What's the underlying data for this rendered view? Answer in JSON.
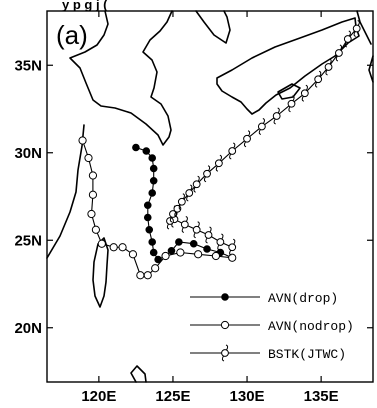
{
  "cropped_title": "y p g j (",
  "panel_label": "(a)",
  "lat_ticks": [
    {
      "lat": 35,
      "label": "35N"
    },
    {
      "lat": 30,
      "label": "30N"
    },
    {
      "lat": 25,
      "label": "25N"
    },
    {
      "lat": 20,
      "label": "20N"
    }
  ],
  "lon_ticks": [
    {
      "lon": 120,
      "label": "120E"
    },
    {
      "lon": 125,
      "label": "125E"
    },
    {
      "lon": 130,
      "label": "130E"
    },
    {
      "lon": 135,
      "label": "135E"
    }
  ],
  "extent": {
    "lon": [
      116.5,
      138.5
    ],
    "lat": [
      16.9,
      38.1
    ]
  },
  "legend": [
    {
      "key": "drop",
      "label": "AVN(drop)"
    },
    {
      "key": "nodrop",
      "label": "AVN(nodrop)"
    },
    {
      "key": "bstk",
      "label": "BSTK(JTWC)"
    }
  ],
  "tracks": {
    "drop": {
      "marker": "filled-circle",
      "points": [
        [
          122.5,
          30.3
        ],
        [
          123.2,
          30.1
        ],
        [
          123.6,
          29.7
        ],
        [
          123.7,
          29.1
        ],
        [
          123.7,
          28.4
        ],
        [
          123.6,
          27.7
        ],
        [
          123.3,
          27.0
        ],
        [
          123.3,
          26.3
        ],
        [
          123.4,
          25.6
        ],
        [
          123.6,
          24.9
        ],
        [
          123.7,
          24.3
        ],
        [
          124.0,
          23.9
        ],
        [
          124.5,
          24.1
        ],
        [
          124.9,
          24.4
        ],
        [
          125.4,
          24.9
        ],
        [
          126.4,
          24.8
        ],
        [
          127.3,
          24.5
        ],
        [
          128.2,
          24.3
        ],
        [
          129.0,
          24.0
        ]
      ]
    },
    "nodrop": {
      "marker": "open-circle",
      "points": [
        [
          118.9,
          30.7
        ],
        [
          119.3,
          29.7
        ],
        [
          119.6,
          28.7
        ],
        [
          119.6,
          27.6
        ],
        [
          119.5,
          26.5
        ],
        [
          119.8,
          25.6
        ],
        [
          120.2,
          24.8
        ],
        [
          121.0,
          24.6
        ],
        [
          121.6,
          24.6
        ],
        [
          122.3,
          24.2
        ],
        [
          122.8,
          23.0
        ],
        [
          123.3,
          23.0
        ],
        [
          123.8,
          23.4
        ],
        [
          124.5,
          24.1
        ],
        [
          125.5,
          24.3
        ],
        [
          126.7,
          24.2
        ],
        [
          127.9,
          24.1
        ],
        [
          129.0,
          24.0
        ]
      ]
    },
    "bstk": {
      "marker": "typhoon-symbol",
      "points": [
        [
          129.0,
          24.6
        ],
        [
          128.2,
          24.9
        ],
        [
          127.4,
          25.3
        ],
        [
          126.6,
          25.6
        ],
        [
          125.8,
          25.9
        ],
        [
          125.1,
          26.2
        ],
        [
          124.8,
          26.1
        ],
        [
          125.0,
          26.5
        ],
        [
          125.3,
          26.8
        ],
        [
          125.6,
          27.2
        ],
        [
          126.1,
          27.7
        ],
        [
          126.6,
          28.2
        ],
        [
          127.3,
          28.8
        ],
        [
          128.1,
          29.4
        ],
        [
          129.0,
          30.1
        ],
        [
          130.0,
          30.8
        ],
        [
          131.0,
          31.5
        ],
        [
          132.0,
          32.1
        ],
        [
          133.0,
          32.8
        ],
        [
          133.9,
          33.4
        ],
        [
          134.8,
          34.2
        ],
        [
          135.5,
          34.9
        ],
        [
          136.2,
          35.7
        ],
        [
          136.8,
          36.5
        ],
        [
          137.4,
          37.1
        ]
      ]
    }
  }
}
